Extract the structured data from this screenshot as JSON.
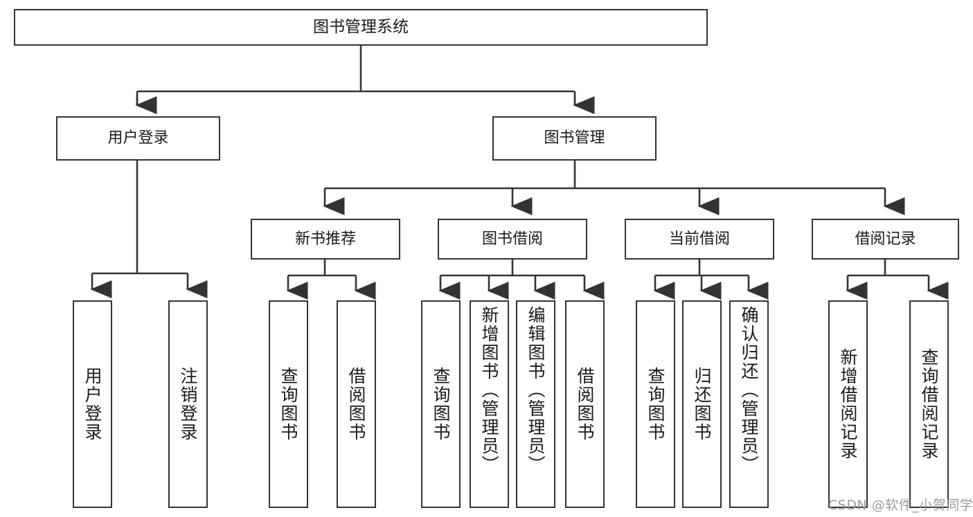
{
  "diagram": {
    "title": "图书管理系统",
    "type": "tree",
    "root": {
      "id": "root",
      "label": "图书管理系统"
    },
    "level2": [
      {
        "id": "user-login",
        "label": "用户登录"
      },
      {
        "id": "book-manage",
        "label": "图书管理"
      }
    ],
    "level3": [
      {
        "id": "new-book-recommend",
        "label": "新书推荐"
      },
      {
        "id": "book-borrow",
        "label": "图书借阅"
      },
      {
        "id": "current-borrow",
        "label": "当前借阅"
      },
      {
        "id": "borrow-record",
        "label": "借阅记录"
      }
    ],
    "leaves": {
      "user_login": [
        {
          "id": "leaf-user-login",
          "label": "用户登录"
        },
        {
          "id": "leaf-user-logout",
          "label": "注销登录"
        }
      ],
      "new_book_recommend": [
        {
          "id": "leaf-query-book-1",
          "label": "查询图书"
        },
        {
          "id": "leaf-borrow-book-1",
          "label": "借阅图书"
        }
      ],
      "book_borrow": [
        {
          "id": "leaf-query-book-2",
          "label": "查询图书"
        },
        {
          "id": "leaf-add-book",
          "label": "新增图书（管理员）"
        },
        {
          "id": "leaf-edit-book",
          "label": "编辑图书（管理员）"
        },
        {
          "id": "leaf-borrow-book-2",
          "label": "借阅图书"
        }
      ],
      "current_borrow": [
        {
          "id": "leaf-query-book-3",
          "label": "查询图书"
        },
        {
          "id": "leaf-return-book",
          "label": "归还图书"
        },
        {
          "id": "leaf-confirm-return",
          "label": "确认归还（管理员）"
        }
      ],
      "borrow_record": [
        {
          "id": "leaf-add-record",
          "label": "新增借阅记录"
        },
        {
          "id": "leaf-query-record",
          "label": "查询借阅记录"
        }
      ]
    }
  },
  "watermark": {
    "text": "CSDN @软件_小贺同学"
  },
  "colors": {
    "stroke": "#333333",
    "fill": "#ffffff",
    "text": "#1a1a1a",
    "watermark": "#9a9a9a"
  }
}
